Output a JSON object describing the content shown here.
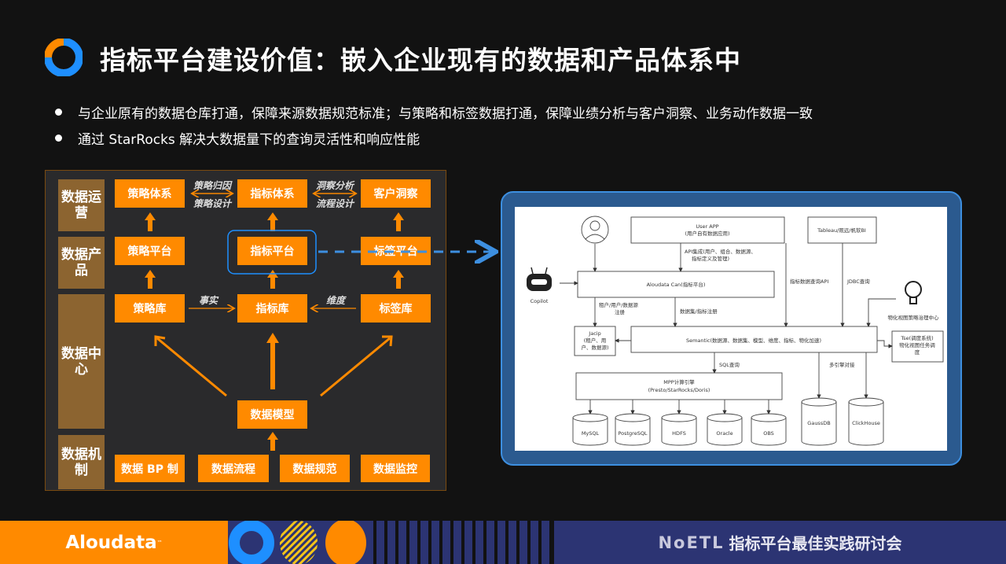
{
  "title": "指标平台建设价值：嵌入企业现有的数据和产品体系中",
  "bullets": [
    "与企业原有的数据仓库打通，保障来源数据规范标准；与策略和标签数据打通，保障业绩分析与客户洞察、业务动作数据一致",
    "通过 StarRocks 解决大数据量下的查询灵活性和响应性能"
  ],
  "left_diagram": {
    "rows": [
      "数据运营",
      "数据产品",
      "数据中心",
      "数据机制"
    ],
    "ops": [
      "策略体系",
      "指标体系",
      "客户洞察"
    ],
    "products": [
      "策略平台",
      "指标平台",
      "标签平台"
    ],
    "libs": [
      "策略库",
      "指标库",
      "标签库"
    ],
    "model": "数据模型",
    "mechanisms": [
      "数据 BP 制",
      "数据流程",
      "数据规范",
      "数据监控"
    ],
    "edge_labels": {
      "a1": "策略归因",
      "a2": "策略设计",
      "b1": "洞察分析",
      "b2": "流程设计",
      "fact": "事实",
      "dim": "维度"
    }
  },
  "right_diagram": {
    "user_app": [
      "User APP",
      "(用户自有数据应用)"
    ],
    "tableau": "Tableau/观远/帆软BI",
    "copilot": "Copilot",
    "api": [
      "API集成(用户、组合、数据源、",
      "指标定义及管理)"
    ],
    "aloudata": "Aloudata Can(指标平台)",
    "query_api": "指标数据查询API",
    "jdbc": "JDBC查询",
    "mv_center": "物化视图策略治理中心",
    "register1": [
      "租户/用户/数据源",
      "注册"
    ],
    "register2": "数据集/指标注册",
    "jacip": [
      "Jacip",
      "(租户、用",
      "户、数据源)"
    ],
    "semantic": "Semantic(数据源、数据集、模型、维度、指标、物化加速)",
    "tse": [
      "Tse(调度系统)",
      "物化视图任务调",
      "度"
    ],
    "sql": "SQL查询",
    "multi": "多引擎对接",
    "mpp": [
      "MPP计算引擎",
      "(Presto/StarRocks/Doris)"
    ],
    "dbs": [
      "MySQL",
      "PostgreSQL",
      "HDFS",
      "Oracle",
      "OBS"
    ],
    "dbs2": [
      "GaussDB",
      "ClickHouse"
    ]
  },
  "footer": {
    "brand": "Aloudata",
    "tm": "™",
    "event_logo": "NoETL",
    "event": "指标平台最佳实践研讨会"
  },
  "colors": {
    "orange": "#ff8a00",
    "brown": "#8c6430",
    "blue": "#3d8fe0",
    "navy": "#2c3473"
  }
}
